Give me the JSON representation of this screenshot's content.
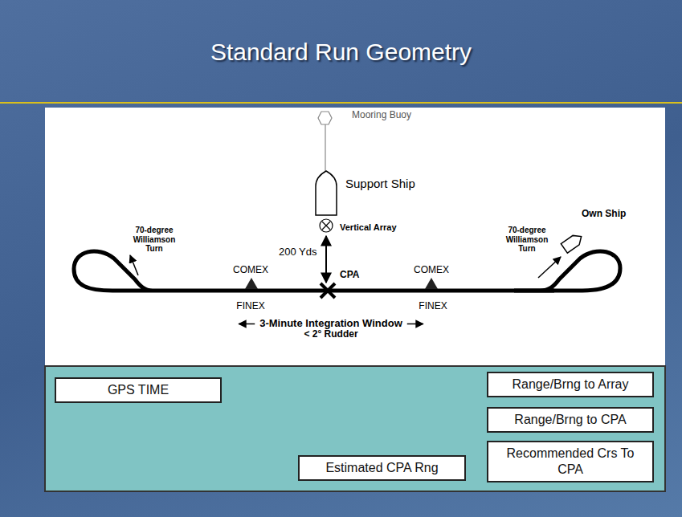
{
  "diagram": {
    "title": "Standard Run Geometry",
    "nodes": [
      {
        "text": [
          "GPS TIME"
        ]
      },
      {
        "text": [
          "Range/Brng to Array"
        ]
      },
      {
        "text": [
          "Range/Brng to CPA"
        ]
      },
      {
        "text": [
          "Estimated CPA Rng"
        ]
      },
      {
        "text": [
          "Recommended Crs To CPA"
        ]
      }
    ],
    "labels": [
      "Mooring Buoy",
      "Support Ship",
      "Vertical Array",
      "70-degree Williamson Turn",
      "Own Ship",
      "70-degree Williamson Turn",
      "200 Yds",
      "CPA",
      "COMEX",
      "COMEX",
      "FINEX",
      "FINEX",
      "3-Minute Integration Window",
      "< 2° Rudder"
    ]
  }
}
